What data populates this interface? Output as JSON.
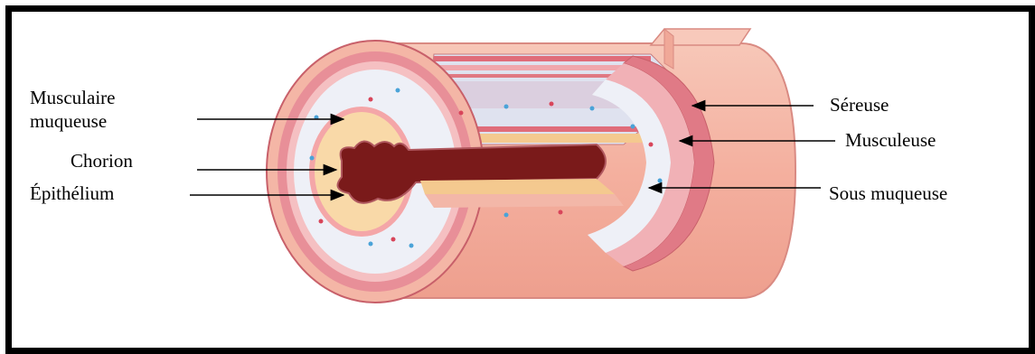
{
  "labels_left": [
    "Musculaire\nmuqueuse",
    "Chorion",
    "Épithélium"
  ],
  "labels_right": [
    "Séreuse",
    "Musculeuse",
    "Sous muqueuse"
  ],
  "colors": {
    "serosa": "#f4b6a6",
    "serosa_edge": "#c8606a",
    "muscle": "#e89aa0",
    "submucosa": "#eef0f7",
    "chorion": "#f9d9a8",
    "epithelium": "#b0585f",
    "lumen": "#7a1a1a",
    "border": "#000000"
  }
}
